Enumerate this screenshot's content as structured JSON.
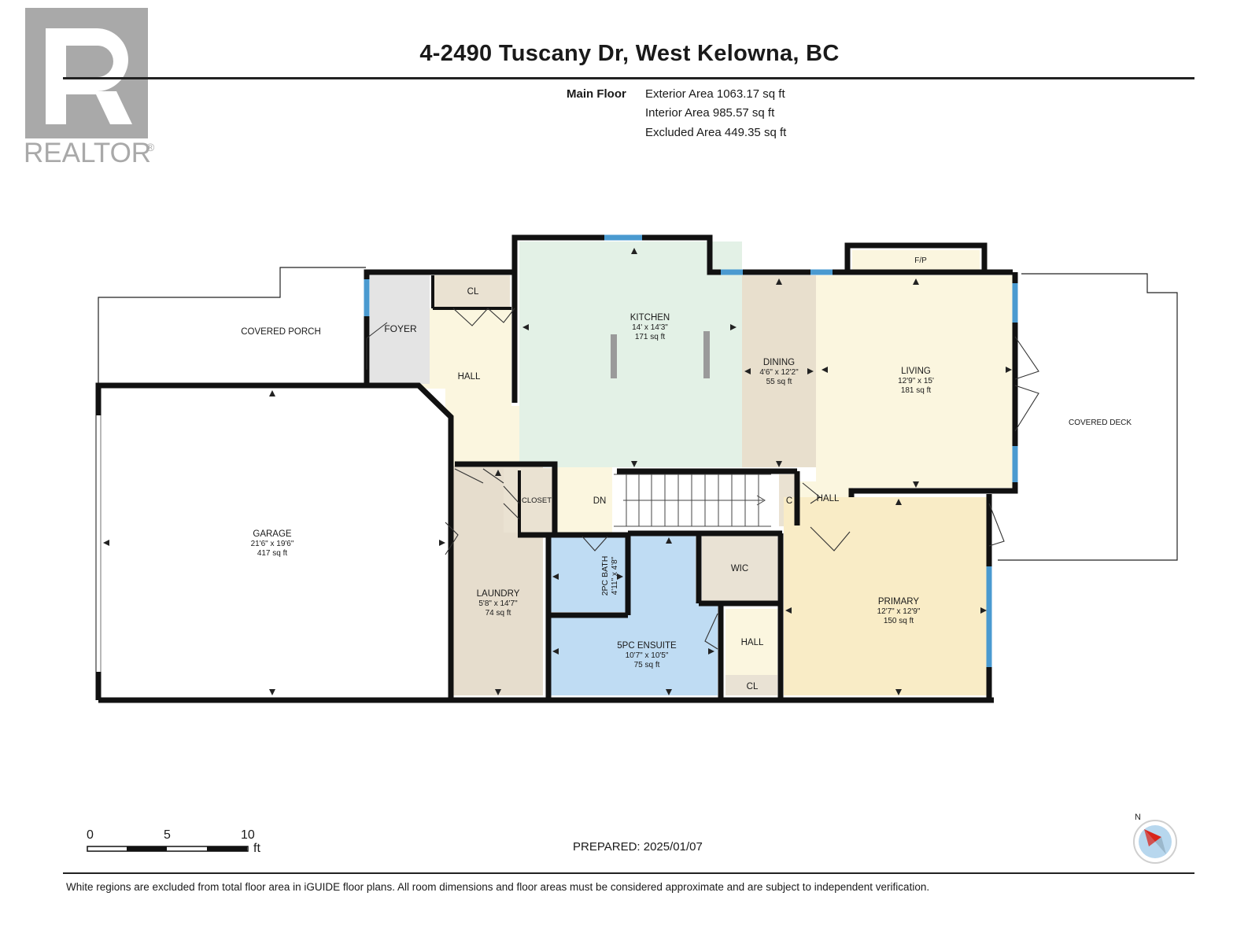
{
  "logo": {
    "text": "REALTOR",
    "mark": "®"
  },
  "title": "4-2490 Tuscany Dr, West Kelowna, BC",
  "areas": {
    "label": "Main Floor",
    "lines": [
      "Exterior Area 1063.17 sq ft",
      "Interior Area 985.57 sq ft",
      "Excluded Area 449.35 sq ft"
    ]
  },
  "rooms": {
    "covered_porch": {
      "name": "COVERED PORCH"
    },
    "foyer": {
      "name": "FOYER"
    },
    "cl_top": {
      "name": "CL"
    },
    "hall_left": {
      "name": "HALL"
    },
    "kitchen": {
      "name": "KITCHEN",
      "dims": "14' x 14'3\"",
      "area": "171 sq ft"
    },
    "dining": {
      "name": "DINING",
      "dims": "4'6\" x 12'2\"",
      "area": "55 sq ft"
    },
    "living": {
      "name": "LIVING",
      "dims": "12'9\" x 15'",
      "area": "181 sq ft"
    },
    "fp": {
      "name": "F/P"
    },
    "covered_deck": {
      "name": "COVERED DECK"
    },
    "garage": {
      "name": "GARAGE",
      "dims": "21'6\" x 19'6\"",
      "area": "417 sq ft"
    },
    "closet": {
      "name": "CLOSET"
    },
    "dn": {
      "name": "DN"
    },
    "c_small": {
      "name": "C"
    },
    "hall_right": {
      "name": "HALL"
    },
    "laundry": {
      "name": "LAUNDRY",
      "dims": "5'8\" x 14'7\"",
      "area": "74 sq ft"
    },
    "bath2": {
      "name": "2PC BATH",
      "dims": "4'11\" x 4'8\""
    },
    "wic": {
      "name": "WIC"
    },
    "ensuite": {
      "name": "5PC ENSUITE",
      "dims": "10'7\" x 10'5\"",
      "area": "75 sq ft"
    },
    "hall_small": {
      "name": "HALL"
    },
    "cl_bottom": {
      "name": "CL"
    },
    "primary": {
      "name": "PRIMARY",
      "dims": "12'7\" x 12'9\"",
      "area": "150 sq ft"
    }
  },
  "scale": {
    "labels": [
      "0",
      "5",
      "10"
    ],
    "unit": "ft"
  },
  "compass": {
    "label": "N"
  },
  "prepared": "PREPARED: 2025/01/07",
  "disclaimer": "White regions are excluded from total floor area in iGUIDE floor plans. All room dimensions and floor areas must be considered approximate and are subject to independent verification.",
  "colors": {
    "hall": "#fbf6df",
    "kitchen": "#e3f1e6",
    "dining": "#e8dfcd",
    "living": "#fbf6df",
    "laundry": "#e6ddcd",
    "bath": "#bfdcf3",
    "wic": "#e9e2d4",
    "primary": "#f9ecc6",
    "foyer": "#e4e4e4",
    "wall": "#111111",
    "window": "#4a9ad0"
  }
}
